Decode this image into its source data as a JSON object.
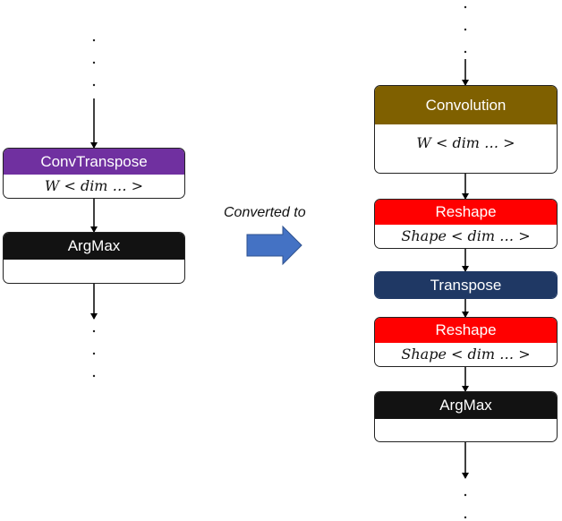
{
  "caption": "Converted to",
  "left_nodes": {
    "convtranspose": {
      "header": "ConvTranspose",
      "attr": "W < dim … >"
    },
    "argmax": {
      "header": "ArgMax"
    }
  },
  "right_nodes": {
    "convolution": {
      "header": "Convolution",
      "attr": "W < dim … >"
    },
    "reshape_1": {
      "header": "Reshape",
      "attr": "Shape < dim … >"
    },
    "transpose": {
      "header": "Transpose"
    },
    "reshape_2": {
      "header": "Reshape",
      "attr": "Shape < dim … >"
    },
    "argmax": {
      "header": "ArgMax"
    }
  },
  "colors": {
    "convtranspose": "#7030a0",
    "argmax": "#121212",
    "convolution": "#7f6000",
    "reshape": "#ff0000",
    "transpose": "#1f3864",
    "arrow": "#4472c4"
  }
}
